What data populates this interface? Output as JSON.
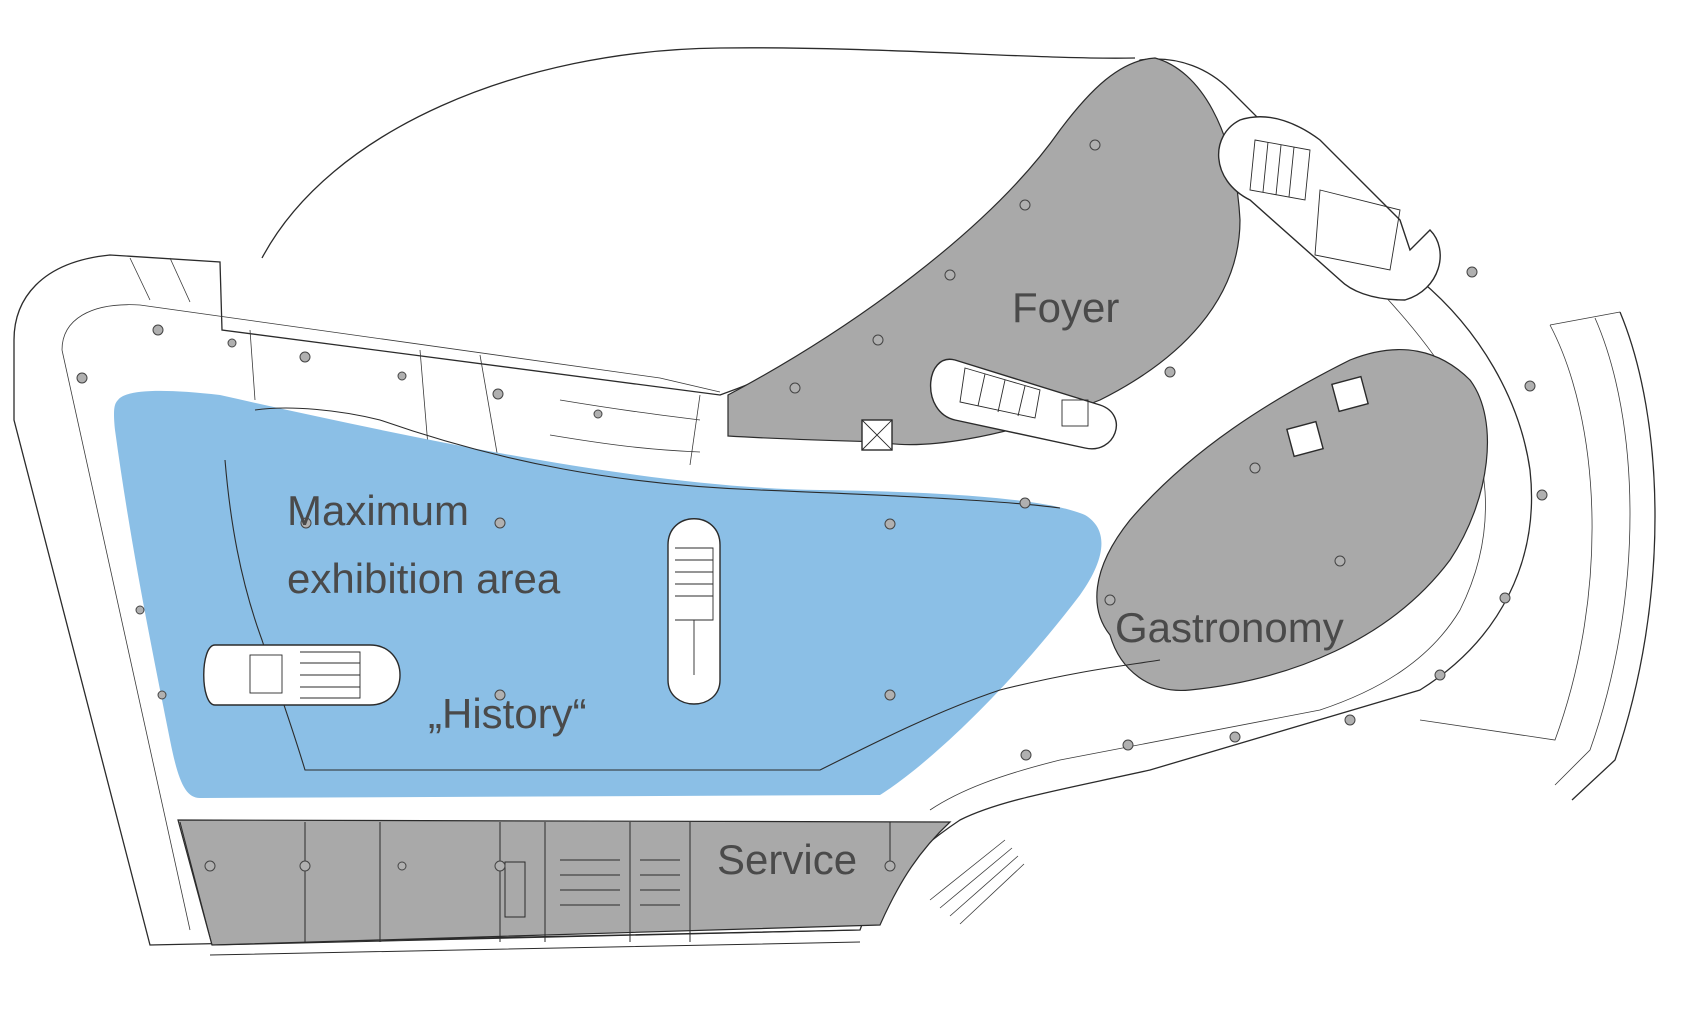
{
  "diagram": {
    "labels": {
      "foyer": "Foyer",
      "exhibition_line1": "Maximum",
      "exhibition_line2": "exhibition area",
      "history": "„History“",
      "gastronomy": "Gastronomy",
      "service": "Service"
    },
    "colors": {
      "exhibition": "#8bbfe6",
      "grey_zone": "#a9a9a9",
      "walls": "#2b2b2b",
      "label_text": "#4a4a4a"
    }
  }
}
